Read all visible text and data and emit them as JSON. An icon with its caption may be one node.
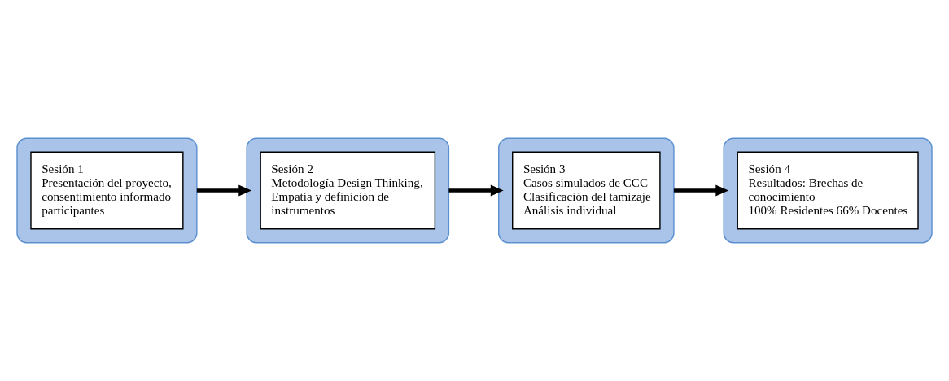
{
  "diagram": {
    "nodes": [
      {
        "text": [],
        "shape": "box"
      },
      {
        "text": [
          "Sesión 1",
          "Presentación del proyecto, consentimiento informado participantes"
        ],
        "in": 0
      },
      {
        "text": [],
        "shape": "box"
      },
      {
        "text": [
          "Sesión 2",
          "Metodología Design Thinking, Empatía y definición de instrumentos"
        ],
        "in": 2
      },
      {
        "text": [],
        "shape": "box"
      },
      {
        "text": [
          "Sesión 3",
          "Casos simulados de CCC",
          "Clasificación del tamizaje",
          "Análisis individual"
        ],
        "in": 4
      },
      {
        "text": [],
        "shape": "box"
      },
      {
        "text": [
          "Sesión 4",
          "Resultados: Brechas de conocimiento",
          "100% Residentes 66% Docentes"
        ],
        "in": 6
      }
    ],
    "edges": [
      {
        "from": 0,
        "to": 2,
        "arrow": "to"
      },
      {
        "from": 2,
        "to": 4,
        "arrow": "to"
      },
      {
        "from": 4,
        "to": 6,
        "arrow": "to"
      }
    ]
  }
}
